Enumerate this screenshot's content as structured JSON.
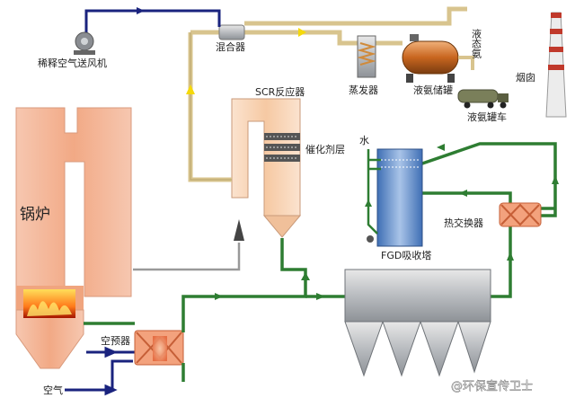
{
  "labels": {
    "fan": "稀释空气送风机",
    "mixer": "混合器",
    "scr": "SCR反应器",
    "evaporator": "蒸发器",
    "ammonia_tank": "液氨储罐",
    "liquid_ammonia": "液态氨",
    "chimney": "烟囱",
    "tanker": "液氨罐车",
    "catalyst": "催化剂层",
    "water": "水",
    "boiler": "锅炉",
    "heat_exchanger": "热交换器",
    "fgd": "FGD吸收塔",
    "air_preheater": "空预器",
    "air": "空气",
    "watermark": "@环保宣传卫士"
  },
  "colors": {
    "pipe_blue": "#1a237e",
    "pipe_green": "#2e7d32",
    "pipe_tan": "#d8c48e",
    "boiler": "#f3b79a",
    "arrow_yellow": "#f5d90a",
    "exchanger": "#e8734a"
  }
}
